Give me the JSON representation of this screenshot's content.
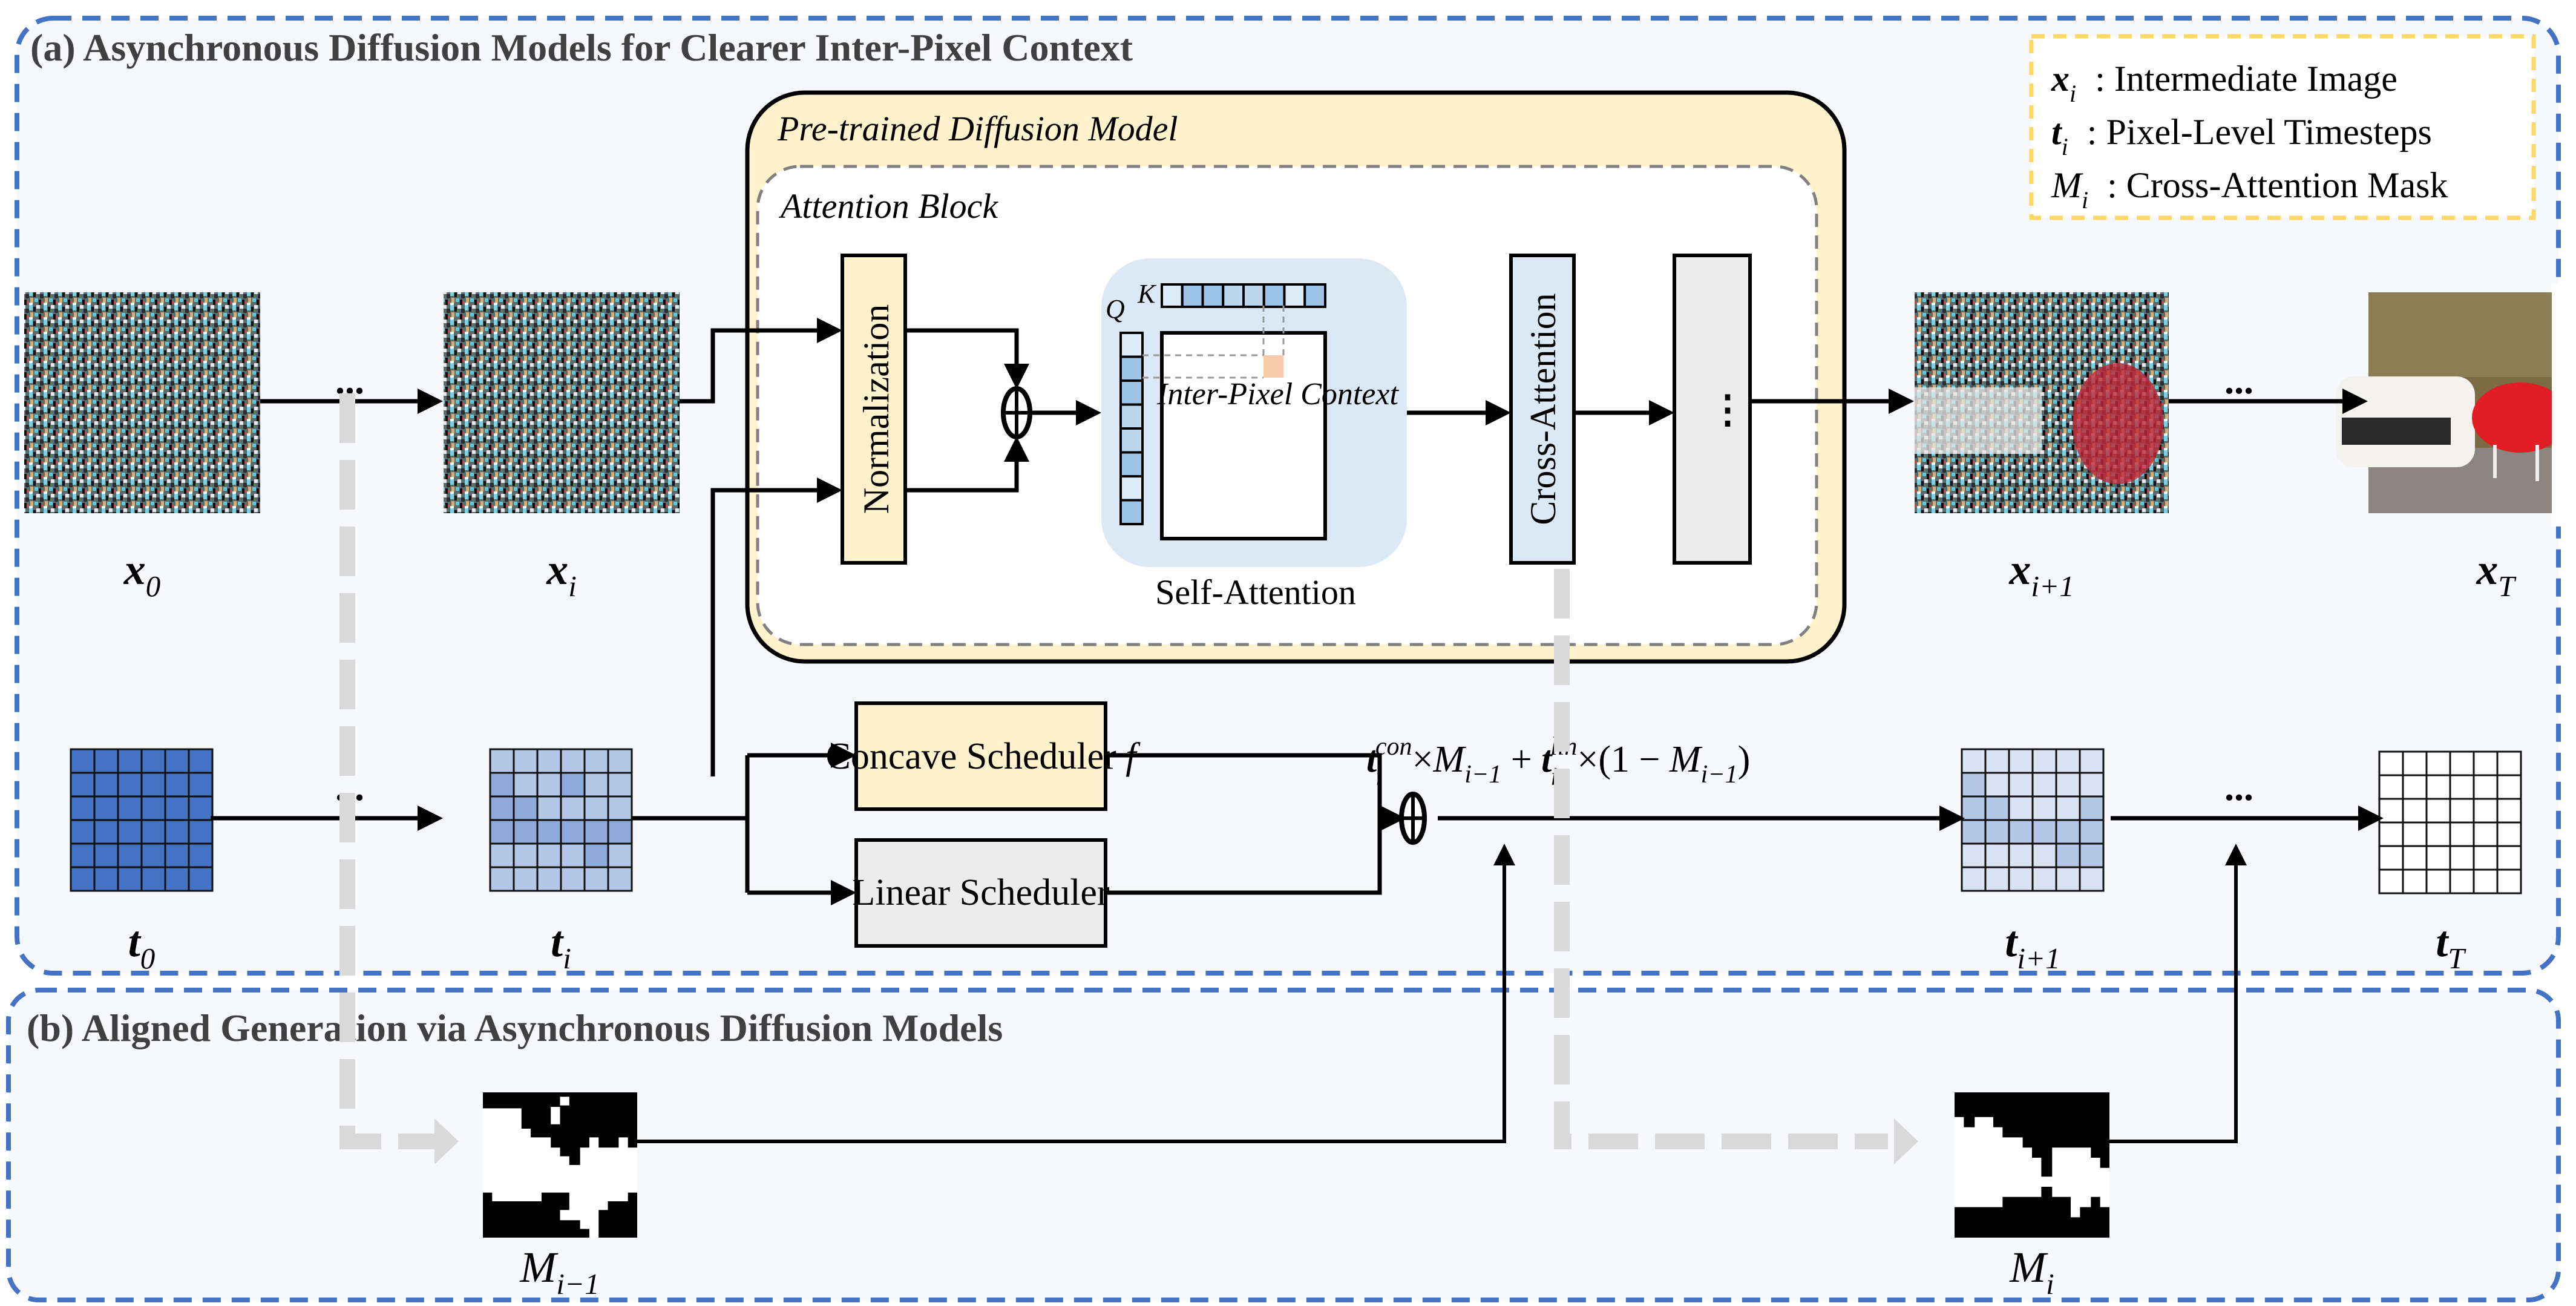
{
  "panels": {
    "a_title": "(a) Asynchronous Diffusion Models for Clearer Inter-Pixel Context",
    "b_title": "(b) Aligned Generation via Asynchronous Diffusion Models"
  },
  "legend": {
    "items": [
      {
        "symbol": "x",
        "sub": "i",
        "bold": true,
        "italic": true,
        "text": ": Intermediate Image"
      },
      {
        "symbol": "t",
        "sub": "i",
        "bold": true,
        "italic": true,
        "text": ": Pixel-Level Timesteps"
      },
      {
        "symbol": "M",
        "sub": "i",
        "bold": false,
        "italic": true,
        "text": ": Cross-Attention Mask"
      }
    ]
  },
  "model": {
    "outer_title": "Pre-trained Diffusion Model",
    "inner_title": "Attention Block",
    "normalization": "Normalization",
    "self_attention": "Self-Attention",
    "inter_pixel": "Inter-Pixel Context",
    "cross_attention": "Cross-Attention",
    "more_layers": "⋮",
    "q_label": "Q",
    "k_label": "K",
    "k_cells": [
      0,
      1,
      1,
      0.5,
      0.5,
      1,
      0,
      1
    ],
    "q_cells": [
      0,
      1,
      1,
      0.5,
      0.5,
      1,
      0,
      1
    ]
  },
  "images": [
    {
      "id": "x0",
      "symbol": "x",
      "sub": "0",
      "kind": "noise"
    },
    {
      "id": "xi",
      "symbol": "x",
      "sub": "i",
      "kind": "noise"
    },
    {
      "id": "xi1",
      "symbol": "x",
      "sub": "i+1",
      "kind": "partial"
    },
    {
      "id": "xT",
      "symbol": "x",
      "sub": "T",
      "kind": "final"
    }
  ],
  "ellipsis": "...",
  "timesteps": [
    {
      "id": "t0",
      "symbol": "t",
      "sub": "0",
      "cells": [
        [
          3,
          3,
          3,
          3,
          3,
          3
        ],
        [
          3,
          3,
          3,
          3,
          3,
          3
        ],
        [
          3,
          3,
          3,
          3,
          3,
          3
        ],
        [
          3,
          3,
          3,
          3,
          3,
          3
        ],
        [
          3,
          3,
          3,
          3,
          3,
          3
        ],
        [
          3,
          3,
          3,
          3,
          3,
          3
        ]
      ]
    },
    {
      "id": "ti",
      "symbol": "t",
      "sub": "i",
      "cells": [
        [
          1,
          1,
          1,
          1,
          1,
          1
        ],
        [
          2,
          1,
          1,
          2,
          1,
          1
        ],
        [
          2,
          2,
          1,
          1,
          1,
          1
        ],
        [
          2,
          2,
          2,
          2,
          2,
          2
        ],
        [
          1,
          1,
          1,
          1,
          2,
          1
        ],
        [
          1,
          1,
          1,
          1,
          1,
          1
        ]
      ]
    },
    {
      "id": "ti1",
      "symbol": "t",
      "sub": "i+1",
      "cells": [
        [
          0.5,
          0.5,
          0.5,
          0.5,
          0.5,
          0.5
        ],
        [
          1,
          0.5,
          0.5,
          0.5,
          0.5,
          0.5
        ],
        [
          1,
          1,
          0.5,
          0.5,
          0.5,
          1
        ],
        [
          1,
          1,
          1,
          1,
          1,
          1
        ],
        [
          0.5,
          0.5,
          0.5,
          0.5,
          1,
          1
        ],
        [
          0.5,
          0.5,
          0.5,
          0.5,
          0.5,
          0.5
        ]
      ]
    },
    {
      "id": "tT",
      "symbol": "t",
      "sub": "T",
      "cells": [
        [
          0,
          0,
          0,
          0,
          0,
          0
        ],
        [
          0,
          0,
          0,
          0,
          0,
          0
        ],
        [
          0,
          0,
          0,
          0,
          0,
          0
        ],
        [
          0,
          0,
          0,
          0,
          0,
          0
        ],
        [
          0,
          0,
          0,
          0,
          0,
          0
        ],
        [
          0,
          0,
          0,
          0,
          0,
          0
        ]
      ]
    }
  ],
  "schedulers": {
    "concave": "Concave Scheduler",
    "concave_fn": "f",
    "linear": "Linear Scheduler"
  },
  "formula": {
    "t1": "t",
    "t1_sub": "i",
    "t1_sup": "con",
    "mul1": "×",
    "m1": "M",
    "m1_sub": "i−1",
    "plus": " + ",
    "t2": "t",
    "t2_sub": "i",
    "t2_sup": "lin",
    "mul2": "×(1 − ",
    "m2": "M",
    "m2_sub": "i−1",
    "close": ")"
  },
  "masks": [
    {
      "id": "Mim1",
      "symbol": "M",
      "sub": "i−1"
    },
    {
      "id": "Mi",
      "symbol": "M",
      "sub": "i"
    }
  ],
  "colors": {
    "panel_border": "#4472c4",
    "panel_bg": "#f6f8fc",
    "model_bg": "#fff2cc",
    "legend_border": "#ffd966",
    "self_attn_bg": "#dde8f5",
    "cross_attn_bg": "#dde8f5",
    "grey_block": "#ececec",
    "highlight": "#f8cbad",
    "t_dark": "#4472c4",
    "t_mid": "#8eaadb",
    "t_light": "#b4c7e7",
    "t_lighter": "#dae3f3",
    "dashed_arrow": "#d9d9d9"
  }
}
